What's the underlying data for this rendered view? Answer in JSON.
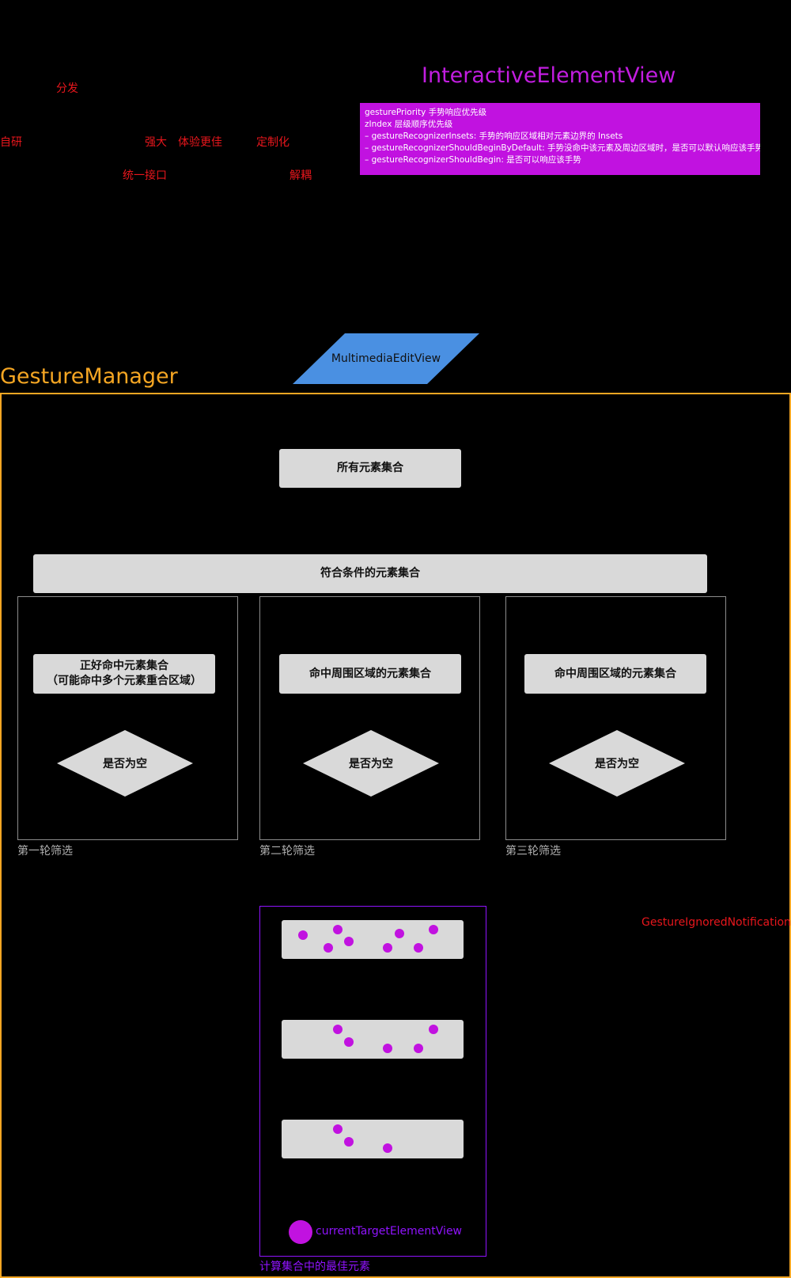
{
  "top_labels": {
    "distribute": "分发",
    "self_developed": "自研",
    "powerful": "强大",
    "better_experience": "体验更佳",
    "customizable": "定制化",
    "unified_interface": "统一接口",
    "decoupling": "解耦"
  },
  "interactive_element_view": {
    "title": "InteractiveElementView",
    "lines": [
      "gesturePriority 手势响应优先级",
      "zIndex 层级顺序优先级",
      "– gestureRecognizerInsets: 手势的响应区域相对元素边界的 Insets",
      "– gestureRecognizerShouldBeginByDefault: 手势没命中该元素及周边区域时，是否可以默认响应该手势",
      "– gestureRecognizerShouldBegin: 是否可以响应该手势"
    ]
  },
  "multimedia_edit_view": {
    "label": "MultimediaEditView"
  },
  "gesture_manager": {
    "title": "GestureManager",
    "all_elements": "所有元素集合",
    "qualified_elements": "符合条件的元素集合",
    "rounds": [
      {
        "label": "第一轮筛选",
        "set_line1": "正好命中元素集合",
        "set_line2": "（可能命中多个元素重合区域）",
        "decision": "是否为空"
      },
      {
        "label": "第二轮筛选",
        "set_line1": "命中周围区域的元素集合",
        "set_line2": "",
        "decision": "是否为空"
      },
      {
        "label": "第三轮筛选",
        "set_line1": "命中周围区域的元素集合",
        "set_line2": "",
        "decision": "是否为空"
      }
    ],
    "ignored_notification": "GestureIgnoredNotification",
    "best_element_label": "计算集合中的最佳元素",
    "current_target": "currentTargetElementView"
  },
  "colors": {
    "background": "#000000",
    "red_text": "#e8161c",
    "purple_accent": "#c112e0",
    "violet_frame": "#9013fe",
    "orange_frame": "#f5a623",
    "blue_parallelogram": "#4a90e2",
    "gray_box": "#d9d9d9"
  }
}
